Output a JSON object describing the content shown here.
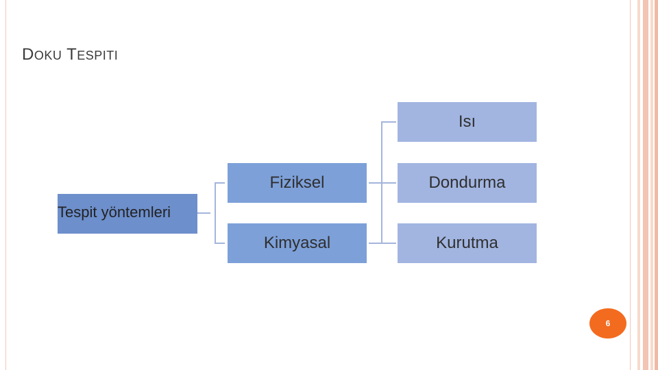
{
  "slide": {
    "title_first_initial": "D",
    "title_first_rest": "OKU",
    "title_second_initial": "T",
    "title_second_rest": "ESPITI",
    "page_number": "6"
  },
  "diagram": {
    "root": "Tespit yöntemleri",
    "branches": [
      "Fiziksel",
      "Kimyasal"
    ],
    "leaves": [
      "Isı",
      "Dondurma",
      "Kurutma"
    ]
  },
  "colors": {
    "root_fill": "#6d8fcc",
    "branch_fill": "#7da0d9",
    "leaf_fill": "#a2b5e1",
    "connector": "#a3b4dc",
    "page_badge": "#f36b1f",
    "border_accent": "#f2c7b8"
  }
}
